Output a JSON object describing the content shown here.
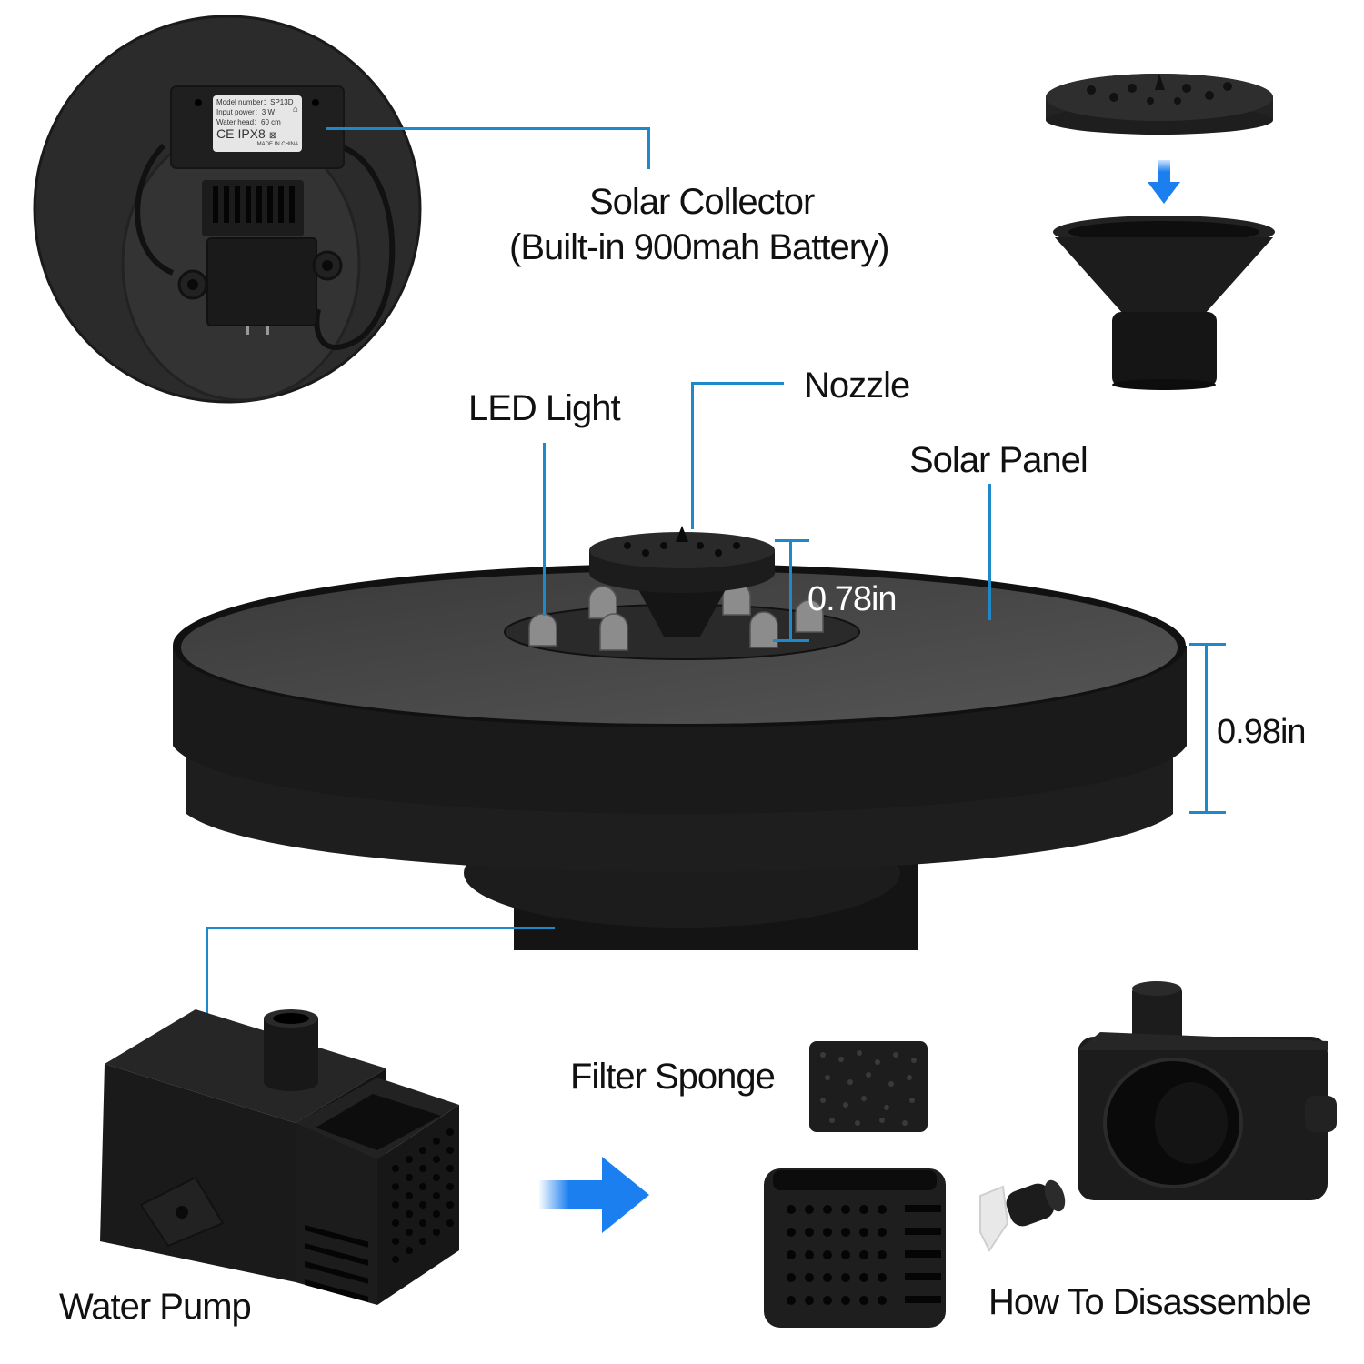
{
  "colors": {
    "leader_line": "#1e88c9",
    "arrow_blue": "#1b7ff0",
    "product_black": "#1a1a1a",
    "background": "#ffffff"
  },
  "labels": {
    "solar_collector_line1": "Solar Collector",
    "solar_collector_line2": "(Built-in 900mah Battery)",
    "nozzle": "Nozzle",
    "led_light": "LED Light",
    "solar_panel": "Solar Panel",
    "water_pump": "Water Pump",
    "filter_sponge": "Filter Sponge",
    "how_to_disassemble": "How To Disassemble"
  },
  "dimensions": {
    "nozzle_height": "0.78in",
    "panel_height": "0.98in"
  },
  "spec_label": {
    "model_number": "Model number：SP13D",
    "input_power": "Input power：3 W",
    "water_head": "Water head：60 cm",
    "certifications": "CE IPX8",
    "ce": "CE",
    "ipx": "IPX8",
    "origin": "MADE IN CHINA"
  },
  "icons": {
    "down_arrow": "arrow-down-icon",
    "right_arrow": "arrow-right-icon",
    "indoor_use": "house-icon",
    "weee": "crossed-bin-icon"
  }
}
